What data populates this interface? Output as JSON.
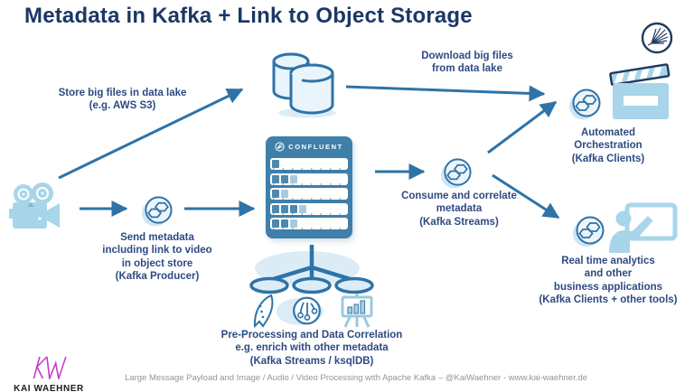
{
  "title": "Metadata in Kafka + Link to Object Storage",
  "colors": {
    "accent_blue": "#2e73a8",
    "navy": "#1b3767",
    "label_blue": "#2e4a82",
    "panel_blue": "#3f7fa9",
    "icon_light_blue": "#a8d5e9",
    "pale_blue": "#e9f4fb",
    "logo_magenta": "#c73ac9",
    "footer_gray": "#949494"
  },
  "edges": {
    "store_label": "Store big files in data lake\n(e.g. AWS S3)",
    "download_label": "Download big files\nfrom data lake"
  },
  "nodes": {
    "video_source": {
      "icon": "video-camera-icon"
    },
    "data_lake": {
      "icon": "database-cylinders-icon"
    },
    "producer": {
      "icon": "kafka-link-icon",
      "label": "Send metadata\nincluding link to video\nin object store\n(Kafka Producer)"
    },
    "confluent": {
      "brand": "CONFLUENT",
      "rows": [
        {
          "full": 1,
          "partial": 0
        },
        {
          "full": 2,
          "partial": 1
        },
        {
          "full": 1,
          "partial": 1
        },
        {
          "full": 3,
          "partial": 1
        },
        {
          "full": 2,
          "partial": 1
        }
      ]
    },
    "consumer": {
      "icon": "kafka-link-icon",
      "label": "Consume and correlate\nmetadata\n(Kafka Streams)"
    },
    "orchestration": {
      "icon": "clapperboard-icon",
      "label": "Automated\nOrchestration\n(Kafka Clients)"
    },
    "analytics": {
      "icon": "presenter-screen-icon",
      "label": "Real time analytics\nand other\nbusiness applications\n(Kafka Clients + other tools)"
    },
    "preprocessing": {
      "icons": [
        "rocket-icon",
        "ksql-pendulum-icon",
        "chart-easel-icon"
      ],
      "label": "Pre-Processing and Data Correlation\ne.g. enrich with other metadata\n(Kafka Streams / ksqlDB)"
    }
  },
  "branding": {
    "logo_mark": "KW",
    "logo_name": "KAI WAEHNER",
    "badge_icon": "confluent-burst-icon"
  },
  "footer": "Large Message Payload and Image / Audio / Video Processing with Apache Kafka – @KaiWaehner - www.kai-waehner.de"
}
